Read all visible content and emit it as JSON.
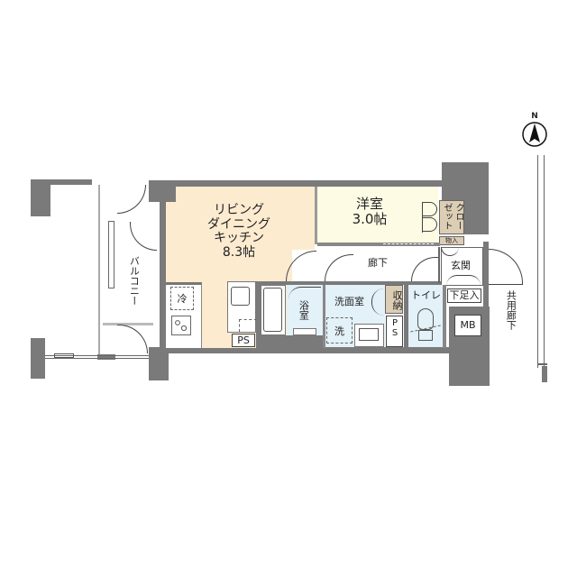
{
  "floorplan": {
    "compass": {
      "label": "N",
      "icon": "north-arrow-icon"
    },
    "rooms": {
      "ldk": {
        "lines": [
          "リビング",
          "ダイニング",
          "キッチン",
          "8.3帖"
        ],
        "color": "#fdebd0"
      },
      "western": {
        "lines": [
          "洋室",
          "3.0帖"
        ],
        "color": "#fdfbe3"
      },
      "closet": {
        "label": "クローゼット",
        "col1": "ゼット",
        "col2": "クロー"
      },
      "storage_small": {
        "label": "物入"
      },
      "hallway": {
        "label": "廊下"
      },
      "entrance": {
        "label": "玄関"
      },
      "shoe_box": {
        "label": "下足入"
      },
      "bathroom": {
        "label": "浴室"
      },
      "washroom": {
        "label": "洗面室"
      },
      "storage": {
        "label": "収納"
      },
      "toilet": {
        "label": "トイレ"
      },
      "balcony": {
        "label": "バルコニー"
      },
      "common_corridor": {
        "label": "共用廊下"
      }
    },
    "fixtures": {
      "fridge": "冷",
      "washer": "洗",
      "ps_kitchen": "PS",
      "ps_wash": "PS",
      "mb": "MB"
    },
    "colors": {
      "wall": "#7a7a7a",
      "ldk": "#fdebd0",
      "western": "#fdfbe3",
      "wet": "#e3f1f8",
      "storage": "#dccdb5"
    }
  }
}
